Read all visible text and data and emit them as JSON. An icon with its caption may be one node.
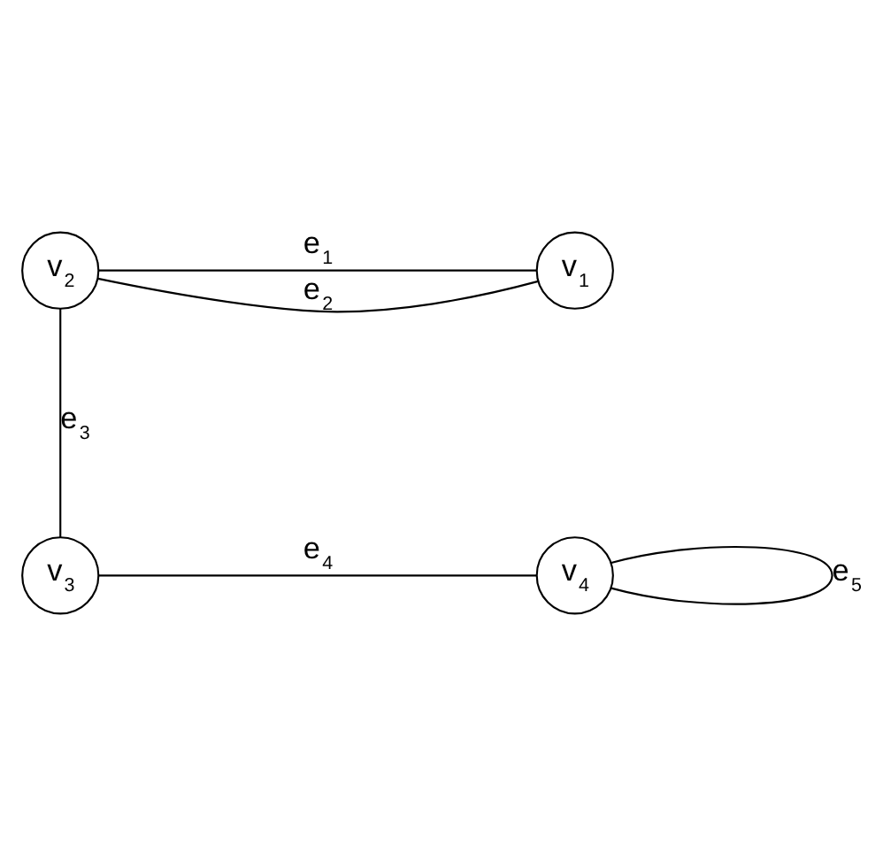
{
  "diagram": {
    "nodes": [
      {
        "text": [
          "v$_{2}$"
        ]
      },
      {
        "text": [
          "v$_{1}$"
        ]
      },
      {
        "text": [
          "v$_{3}$"
        ]
      },
      {
        "text": [
          "v$_{4}$"
        ]
      }
    ],
    "edges": [
      {
        "from": 0,
        "to": 1,
        "arrow": "none",
        "label": "e$_{1}$"
      },
      {
        "from": 0,
        "to": 1,
        "arrow": "none",
        "label": "e$_{2}$"
      },
      {
        "from": 0,
        "to": 2,
        "arrow": "none",
        "label": "e$_{3}$"
      },
      {
        "from": 2,
        "to": 3,
        "arrow": "none",
        "label": "e$_{4}$"
      },
      {
        "from": 3,
        "to": 3,
        "arrow": "none",
        "label": "e$_{5}$"
      }
    ]
  }
}
